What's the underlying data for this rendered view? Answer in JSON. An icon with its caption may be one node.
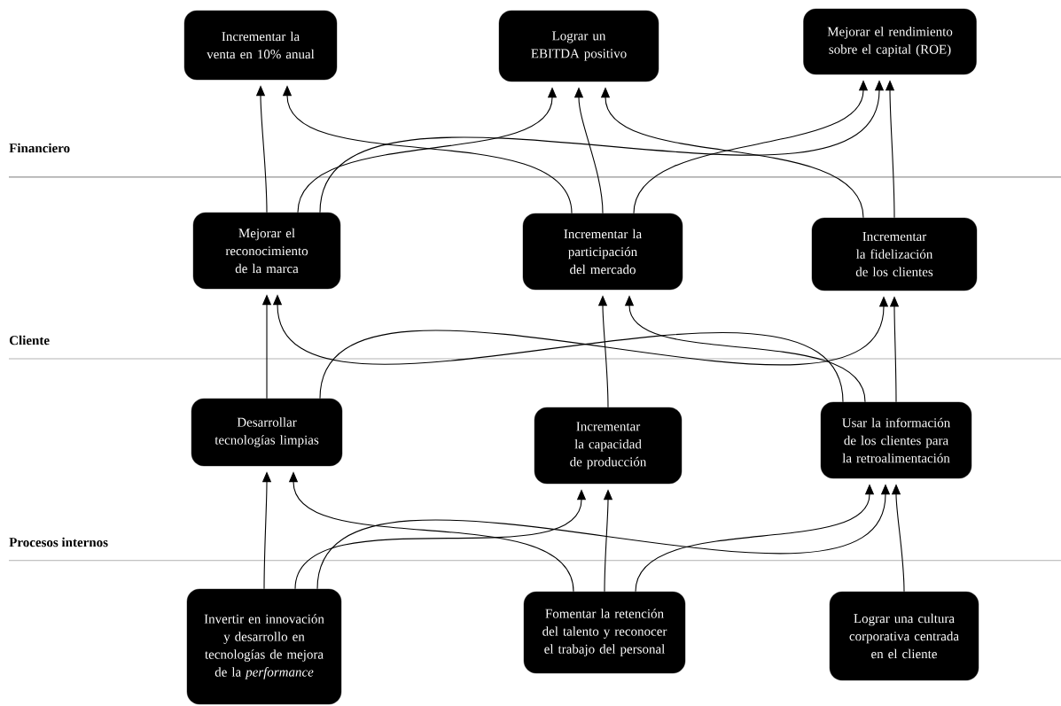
{
  "diagram": {
    "nodes": [
      {
        "text": [
          "Incrementar la venta en 10% anual"
        ]
      },
      {
        "text": [
          "Lograr un EBITDA positivo"
        ]
      },
      {
        "text": [
          "Mejorar el rendimiento sobre el capital (ROE)"
        ]
      },
      {
        "text": [
          "Mejorar el reconocimiento de la marca"
        ]
      },
      {
        "text": [
          "Incrementar la participación del mercado"
        ]
      },
      {
        "text": [
          "Incrementar la fidelización de los clientes"
        ]
      },
      {
        "text": [
          "Desarrollar tecnologías limpias"
        ]
      },
      {
        "text": [
          "Incrementar la capacidad de producción"
        ]
      },
      {
        "text": [
          "Usar la información de los clientes para la retroalimentación"
        ]
      },
      {
        "text": [
          "Invertir en innovación y desarrollo en tecnologías de mejora de la *performance*"
        ]
      },
      {
        "text": [
          "Fomentar la retención del talento y reconocer el trabajo del personal"
        ]
      },
      {
        "text": [
          "Lograr una cultura corporativa centrada en el cliente"
        ]
      }
    ],
    "edges": [
      {
        "from": 3,
        "to": 0,
        "arrow": "to"
      },
      {
        "from": 3,
        "to": 1,
        "arrow": "to"
      },
      {
        "from": 3,
        "to": 2,
        "arrow": "to"
      },
      {
        "from": 4,
        "to": 0,
        "arrow": "to"
      },
      {
        "from": 4,
        "to": 1,
        "arrow": "to"
      },
      {
        "from": 4,
        "to": 2,
        "arrow": "to"
      },
      {
        "from": 5,
        "to": 1,
        "arrow": "to"
      },
      {
        "from": 5,
        "to": 2,
        "arrow": "to"
      },
      {
        "from": 6,
        "to": 3,
        "arrow": "to"
      },
      {
        "from": 6,
        "to": 5,
        "arrow": "to"
      },
      {
        "from": 7,
        "to": 4,
        "arrow": "to"
      },
      {
        "from": 8,
        "to": 3,
        "arrow": "to"
      },
      {
        "from": 8,
        "to": 4,
        "arrow": "to"
      },
      {
        "from": 8,
        "to": 5,
        "arrow": "to"
      },
      {
        "from": 9,
        "to": 6,
        "arrow": "to"
      },
      {
        "from": 9,
        "to": 7,
        "arrow": "to"
      },
      {
        "from": 9,
        "to": 8,
        "arrow": "to"
      },
      {
        "from": 10,
        "to": 6,
        "arrow": "to"
      },
      {
        "from": 10,
        "to": 7,
        "arrow": "to"
      },
      {
        "from": 10,
        "to": 8,
        "arrow": "to"
      },
      {
        "from": 11,
        "to": 8,
        "arrow": "to"
      }
    ],
    "labels": [
      "Financiero",
      "Cliente",
      "Procesos internos"
    ]
  }
}
